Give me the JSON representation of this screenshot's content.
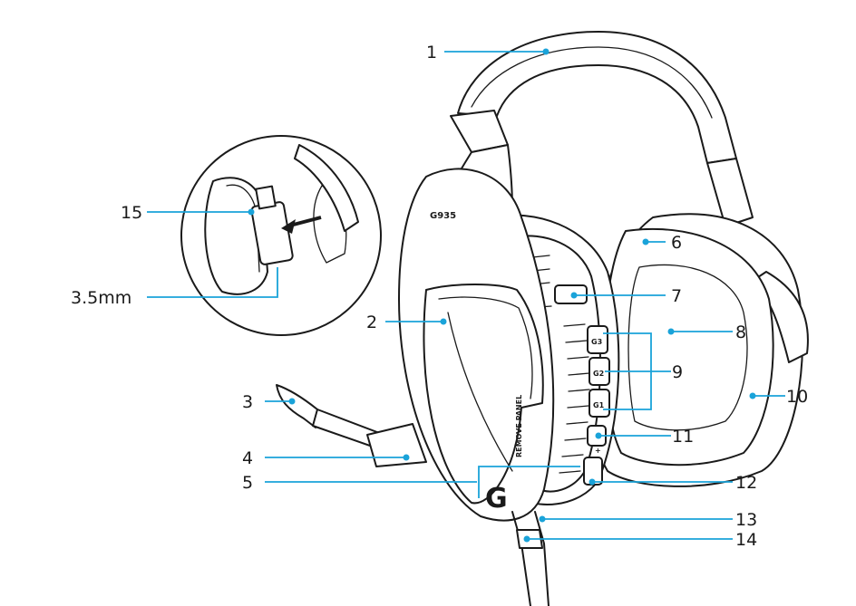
{
  "accent_color": "#1aa3d9",
  "ink_color": "#1a1a1a",
  "model_badge": "G935",
  "speaker_panel_text": "REMOVE PANEL",
  "button_labels": {
    "g3": "G3",
    "g2": "G2",
    "g1": "G1",
    "plus": "+"
  },
  "logo_glyph": "G",
  "callouts": {
    "c1": "1",
    "c2": "2",
    "c3": "3",
    "c4": "4",
    "c5": "5",
    "c6": "6",
    "c7": "7",
    "c8": "8",
    "c9": "9",
    "c10": "10",
    "c11": "11",
    "c12": "12",
    "c13": "13",
    "c14": "14",
    "c15": "15",
    "c3_5mm": "3.5mm"
  }
}
